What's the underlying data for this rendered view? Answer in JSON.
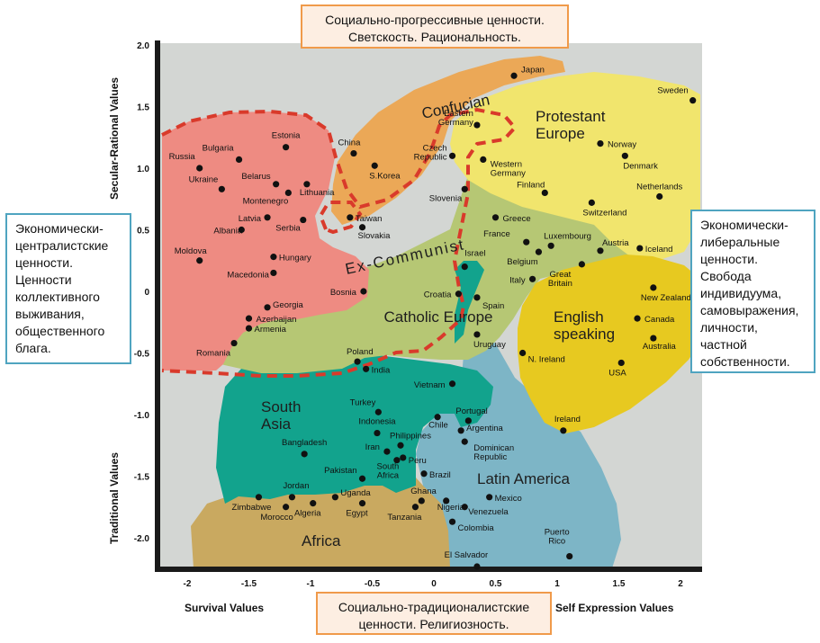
{
  "chart_data": {
    "type": "scatter",
    "xlim": [
      -2.4,
      2.2
    ],
    "ylim": [
      -2.25,
      2.0
    ],
    "x_ticks": [
      "-2",
      "-1.5",
      "-1",
      "-0.5",
      "0",
      "0.5",
      "1",
      "1.5",
      "2"
    ],
    "y_ticks": [
      "2.0",
      "1.5",
      "1.0",
      "0.5",
      "0",
      "-0.5",
      "-1.0",
      "-1.5",
      "-2.0"
    ],
    "xlabel_left": "Survival Values",
    "xlabel_right": "Self Expression Values",
    "ylabel_top": "Secular-Rational Values",
    "ylabel_bottom": "Traditional Values",
    "regions": [
      {
        "label": "Ex-Communist",
        "color": "#ee8b82"
      },
      {
        "label": "Confucian",
        "color": "#eba857"
      },
      {
        "label": "Protestant Europe",
        "color": "#f1e56d"
      },
      {
        "label": "Catholic Europe",
        "color": "#b6c774"
      },
      {
        "label": "English speaking",
        "color": "#e7c920"
      },
      {
        "label": "South Asia",
        "color": "#12a38d"
      },
      {
        "label": "Latin America",
        "color": "#7db5c6"
      },
      {
        "label": "Africa",
        "color": "#c9a960"
      }
    ],
    "points": [
      {
        "name": "Japan",
        "x": 0.65,
        "y": 1.75
      },
      {
        "name": "Sweden",
        "x": 2.1,
        "y": 1.55
      },
      {
        "name": "Eastern Germany",
        "x": 0.35,
        "y": 1.35
      },
      {
        "name": "China",
        "x": -0.65,
        "y": 1.12
      },
      {
        "name": "Estonia",
        "x": -1.2,
        "y": 1.17
      },
      {
        "name": "Bulgaria",
        "x": -1.58,
        "y": 1.07
      },
      {
        "name": "Russia",
        "x": -1.9,
        "y": 1.0
      },
      {
        "name": "Norway",
        "x": 1.35,
        "y": 1.2
      },
      {
        "name": "Denmark",
        "x": 1.55,
        "y": 1.1
      },
      {
        "name": "Czech Republic",
        "x": 0.15,
        "y": 1.1
      },
      {
        "name": "Western Germany",
        "x": 0.4,
        "y": 1.07
      },
      {
        "name": "S.Korea",
        "x": -0.48,
        "y": 1.02
      },
      {
        "name": "Belarus",
        "x": -1.28,
        "y": 0.87
      },
      {
        "name": "Ukraine",
        "x": -1.72,
        "y": 0.83
      },
      {
        "name": "Lithuania",
        "x": -1.03,
        "y": 0.87
      },
      {
        "name": "Montenegro",
        "x": -1.18,
        "y": 0.8
      },
      {
        "name": "Finland",
        "x": 0.9,
        "y": 0.8
      },
      {
        "name": "Netherlands",
        "x": 1.83,
        "y": 0.77
      },
      {
        "name": "Slovenia",
        "x": 0.25,
        "y": 0.83
      },
      {
        "name": "Switzerland",
        "x": 1.28,
        "y": 0.72
      },
      {
        "name": "Taiwan",
        "x": -0.68,
        "y": 0.6
      },
      {
        "name": "Latvia",
        "x": -1.35,
        "y": 0.6
      },
      {
        "name": "Serbia",
        "x": -1.06,
        "y": 0.58
      },
      {
        "name": "Greece",
        "x": 0.5,
        "y": 0.6
      },
      {
        "name": "Slovakia",
        "x": -0.58,
        "y": 0.52
      },
      {
        "name": "Albania",
        "x": -1.56,
        "y": 0.5
      },
      {
        "name": "France",
        "x": 0.75,
        "y": 0.4
      },
      {
        "name": "Luxembourg",
        "x": 0.95,
        "y": 0.37
      },
      {
        "name": "Belgium",
        "x": 0.85,
        "y": 0.32
      },
      {
        "name": "Austria",
        "x": 1.35,
        "y": 0.33
      },
      {
        "name": "Iceland",
        "x": 1.67,
        "y": 0.35
      },
      {
        "name": "Moldova",
        "x": -1.9,
        "y": 0.25
      },
      {
        "name": "Hungary",
        "x": -1.3,
        "y": 0.28
      },
      {
        "name": "Israel",
        "x": 0.25,
        "y": 0.2
      },
      {
        "name": "Great Britain",
        "x": 1.2,
        "y": 0.22
      },
      {
        "name": "Macedonia",
        "x": -1.3,
        "y": 0.15
      },
      {
        "name": "Italy",
        "x": 0.8,
        "y": 0.1
      },
      {
        "name": "New Zealand",
        "x": 1.78,
        "y": 0.03
      },
      {
        "name": "Bosnia",
        "x": -0.57,
        "y": 0.0
      },
      {
        "name": "Croatia",
        "x": 0.2,
        "y": -0.02
      },
      {
        "name": "Spain",
        "x": 0.35,
        "y": -0.05
      },
      {
        "name": "Georgia",
        "x": -1.35,
        "y": -0.13
      },
      {
        "name": "Azerbaijan",
        "x": -1.5,
        "y": -0.22
      },
      {
        "name": "Canada",
        "x": 1.65,
        "y": -0.22
      },
      {
        "name": "Armenia",
        "x": -1.5,
        "y": -0.3
      },
      {
        "name": "Uruguay",
        "x": 0.35,
        "y": -0.35
      },
      {
        "name": "Australia",
        "x": 1.78,
        "y": -0.38
      },
      {
        "name": "Romania",
        "x": -1.62,
        "y": -0.42
      },
      {
        "name": "N. Ireland",
        "x": 0.72,
        "y": -0.5
      },
      {
        "name": "Poland",
        "x": -0.62,
        "y": -0.57
      },
      {
        "name": "USA",
        "x": 1.52,
        "y": -0.58
      },
      {
        "name": "India",
        "x": -0.55,
        "y": -0.63
      },
      {
        "name": "Vietnam",
        "x": 0.15,
        "y": -0.75
      },
      {
        "name": "Turkey",
        "x": -0.45,
        "y": -0.98
      },
      {
        "name": "Portugal",
        "x": 0.28,
        "y": -1.05
      },
      {
        "name": "Chile",
        "x": 0.03,
        "y": -1.02
      },
      {
        "name": "Indonesia",
        "x": -0.46,
        "y": -1.15
      },
      {
        "name": "Argentina",
        "x": 0.22,
        "y": -1.13
      },
      {
        "name": "Ireland",
        "x": 1.05,
        "y": -1.13
      },
      {
        "name": "Dominican Republic",
        "x": 0.25,
        "y": -1.22
      },
      {
        "name": "Philippines",
        "x": -0.27,
        "y": -1.25
      },
      {
        "name": "Bangladesh",
        "x": -1.05,
        "y": -1.32
      },
      {
        "name": "Iran",
        "x": -0.38,
        "y": -1.3
      },
      {
        "name": "Peru",
        "x": -0.25,
        "y": -1.35
      },
      {
        "name": "South Africa",
        "x": -0.3,
        "y": -1.37
      },
      {
        "name": "Brazil",
        "x": -0.08,
        "y": -1.48
      },
      {
        "name": "Pakistan",
        "x": -0.58,
        "y": -1.52
      },
      {
        "name": "Jordan",
        "x": -1.15,
        "y": -1.67
      },
      {
        "name": "Uganda",
        "x": -0.8,
        "y": -1.67
      },
      {
        "name": "Zimbabwe",
        "x": -1.42,
        "y": -1.67
      },
      {
        "name": "Mexico",
        "x": 0.45,
        "y": -1.67
      },
      {
        "name": "Ghana",
        "x": -0.1,
        "y": -1.7
      },
      {
        "name": "Nigeria",
        "x": 0.1,
        "y": -1.7
      },
      {
        "name": "Algeria",
        "x": -0.98,
        "y": -1.72
      },
      {
        "name": "Egypt",
        "x": -0.58,
        "y": -1.72
      },
      {
        "name": "Tanzania",
        "x": -0.15,
        "y": -1.75
      },
      {
        "name": "Venezuela",
        "x": 0.25,
        "y": -1.75
      },
      {
        "name": "Morocco",
        "x": -1.2,
        "y": -1.75
      },
      {
        "name": "Colombia",
        "x": 0.15,
        "y": -1.87
      },
      {
        "name": "Puerto Rico",
        "x": 1.1,
        "y": -2.15
      },
      {
        "name": "El Salvador",
        "x": 0.35,
        "y": -2.25
      }
    ]
  },
  "callouts": {
    "top": [
      "Социально-прогрессивные ценности.",
      "Светскость. Рациональность."
    ],
    "bottom": [
      "Социально-традиционалистские",
      "ценности. Религиозность."
    ],
    "left": [
      "Экономически-",
      "централистские",
      "ценности.",
      "Ценности",
      "коллективного",
      "выживания,",
      "общественного",
      "блага."
    ],
    "right": [
      "Экономически-",
      "либеральные",
      "ценности.",
      "Свобода",
      "индивидуума,",
      "самовыражения,",
      "личности,",
      "частной",
      "собственности."
    ]
  }
}
